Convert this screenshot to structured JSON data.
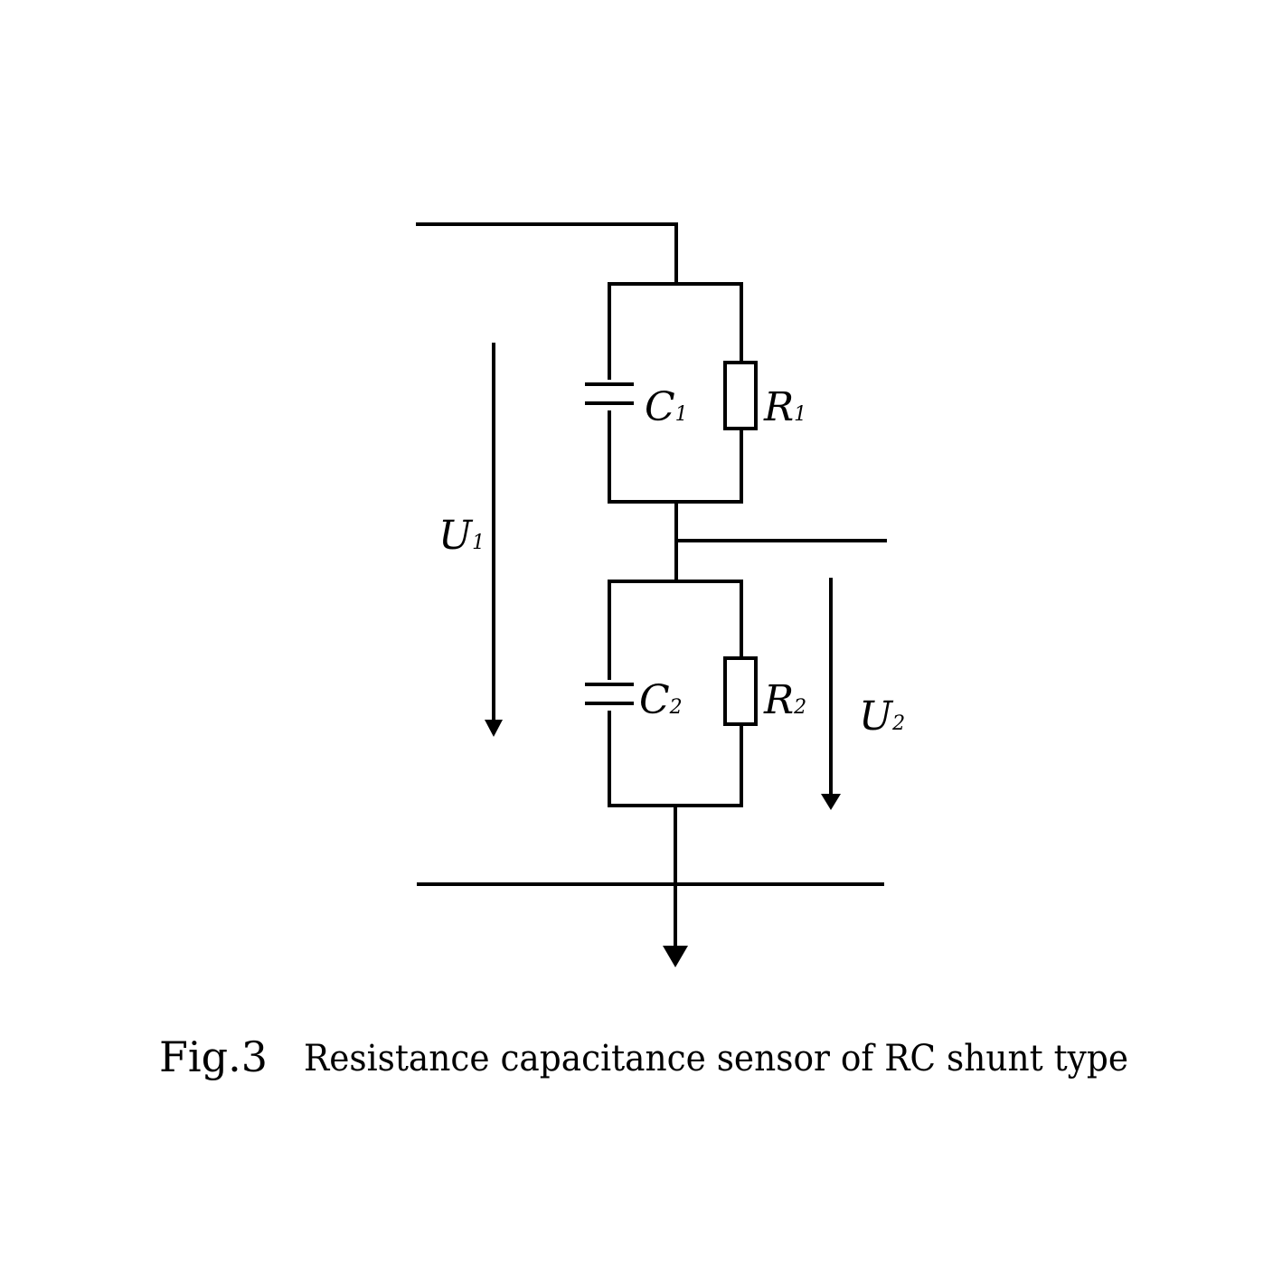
{
  "figure": {
    "caption_number": "Fig.3",
    "caption_text": "Resistance capacitance sensor of RC shunt type"
  },
  "components": {
    "c1": {
      "main": "C",
      "sub": "1"
    },
    "r1": {
      "main": "R",
      "sub": "1"
    },
    "c2": {
      "main": "C",
      "sub": "2"
    },
    "r2": {
      "main": "R",
      "sub": "2"
    }
  },
  "voltages": {
    "u1": {
      "main": "U",
      "sub": "1"
    },
    "u2": {
      "main": "U",
      "sub": "2"
    }
  },
  "colors": {
    "line": "#000000",
    "background": "#ffffff"
  }
}
